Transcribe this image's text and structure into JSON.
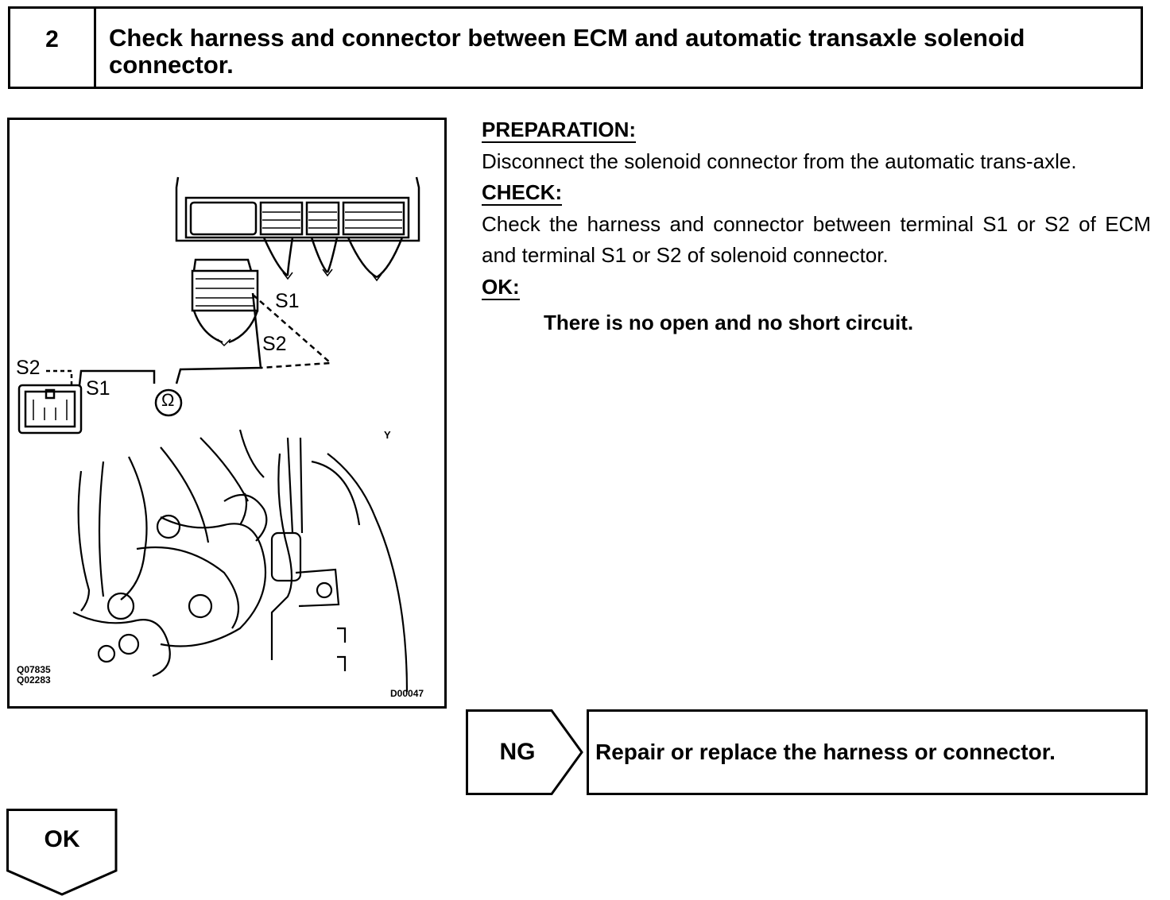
{
  "step": {
    "number": "2",
    "title": "Check harness and connector between ECM and automatic transaxle solenoid connector."
  },
  "figure": {
    "labels": {
      "s1_ecm": "S1",
      "s2_ecm": "S2",
      "s2_solenoid": "S2",
      "s1_solenoid": "S1",
      "ohm": "Ω",
      "y_mark": "Y"
    },
    "codes": [
      "Q07835",
      "Q02283"
    ],
    "drawing_id": "D00047",
    "icons": [
      "ecm-connector-icon",
      "solenoid-connector-icon",
      "ohmmeter-icon",
      "transaxle-illustration"
    ]
  },
  "instructions": {
    "preparation_head": "PREPARATION:",
    "preparation_text": "Disconnect the solenoid connector from the automatic trans-axle.",
    "check_head": "CHECK:",
    "check_text": "Check the harness and connector between terminal S1 or S2 of ECM and terminal S1 or S2 of solenoid connector.",
    "ok_head": "OK:",
    "ok_text": "There is no open and no short circuit."
  },
  "results": {
    "ng_label": "NG",
    "ng_action": "Repair or replace the harness or connector.",
    "ok_label": "OK"
  }
}
